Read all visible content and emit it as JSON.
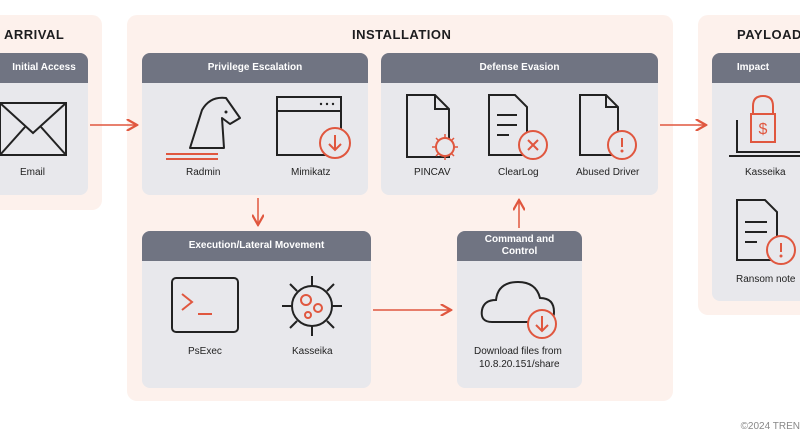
{
  "colors": {
    "accent": "#e0573f",
    "card_header": "#707482",
    "card_bg": "#e8e8ec",
    "stage_bg": "#fdf1ec"
  },
  "stages": {
    "arrival": "ARRIVAL",
    "installation": "INSTALLATION",
    "payload": "PAYLOAD"
  },
  "cards": {
    "initial_access": {
      "title": "Initial Access",
      "items": [
        "Email"
      ]
    },
    "privilege_escalation": {
      "title": "Privilege Escalation",
      "items": [
        "Radmin",
        "Mimikatz"
      ]
    },
    "defense_evasion": {
      "title": "Defense Evasion",
      "items": [
        "PINCAV",
        "ClearLog",
        "Abused Driver"
      ]
    },
    "execution": {
      "title": "Execution/Lateral Movement",
      "items": [
        "PsExec",
        "Kasseika"
      ]
    },
    "c2": {
      "title_line1": "Command and",
      "title_line2": "Control",
      "items": [
        "Download files from",
        "10.8.20.151/share"
      ]
    },
    "impact": {
      "title": "Impact",
      "items": [
        "Kasseika",
        "Ransom note"
      ]
    }
  },
  "icons": [
    "envelope-icon",
    "horse-icon",
    "browser-download-icon",
    "document-virus-icon",
    "document-close-icon",
    "document-warning-icon",
    "terminal-icon",
    "virus-icon",
    "cloud-download-icon",
    "lock-dollar-icon",
    "document-warning-icon"
  ],
  "copyright": "©2024 TREN"
}
